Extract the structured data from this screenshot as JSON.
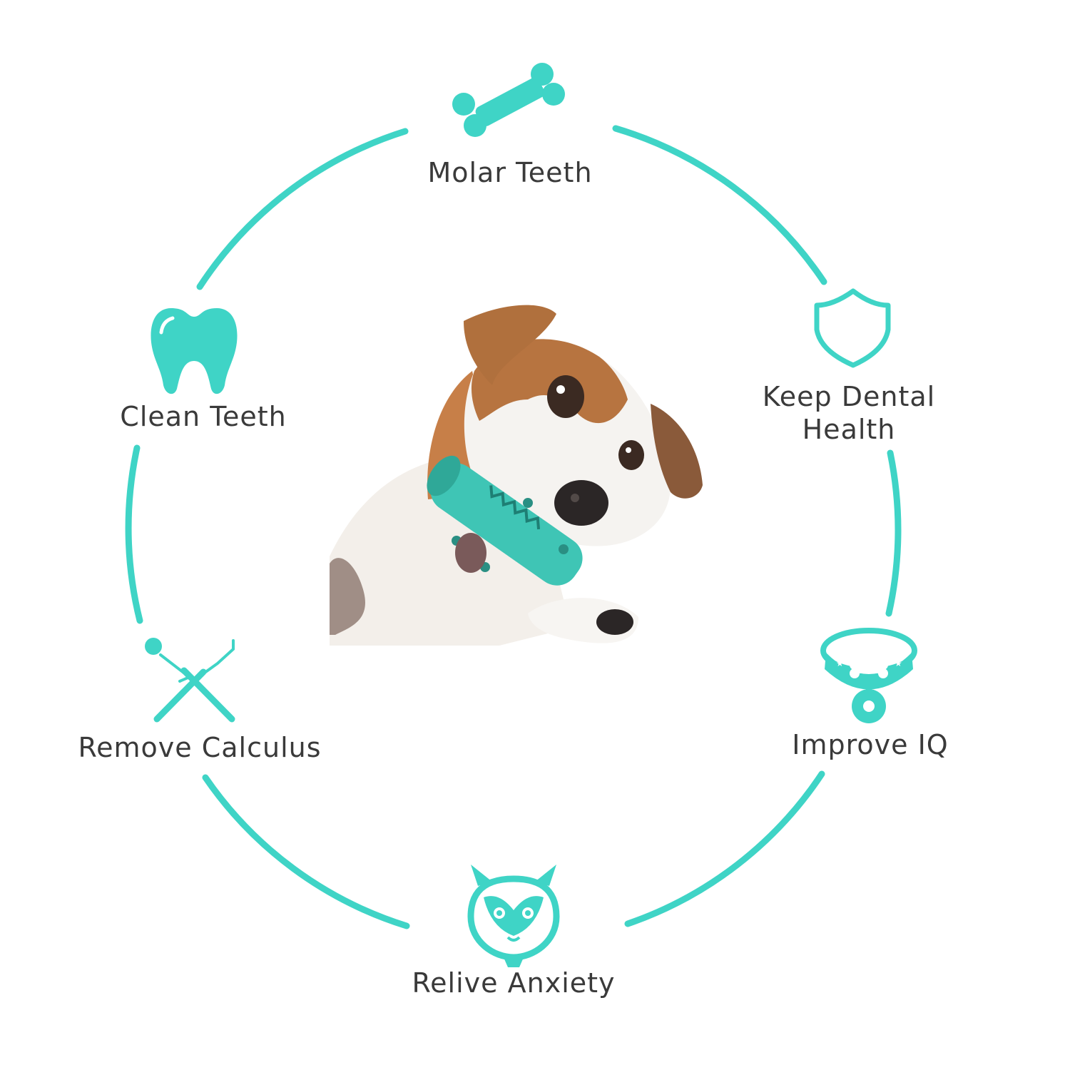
{
  "accent_color": "#3fd4c6",
  "features": [
    {
      "icon": "bone-icon",
      "label": "Molar Teeth"
    },
    {
      "icon": "shield-icon",
      "label_lines": [
        "Keep Dental",
        "Health"
      ]
    },
    {
      "icon": "collar-icon",
      "label": "Improve IQ"
    },
    {
      "icon": "dog-face-icon",
      "label": "Relive Anxiety"
    },
    {
      "icon": "dental-tools-icon",
      "label": "Remove Calculus"
    },
    {
      "icon": "tooth-icon",
      "label": "Clean Teeth"
    }
  ]
}
